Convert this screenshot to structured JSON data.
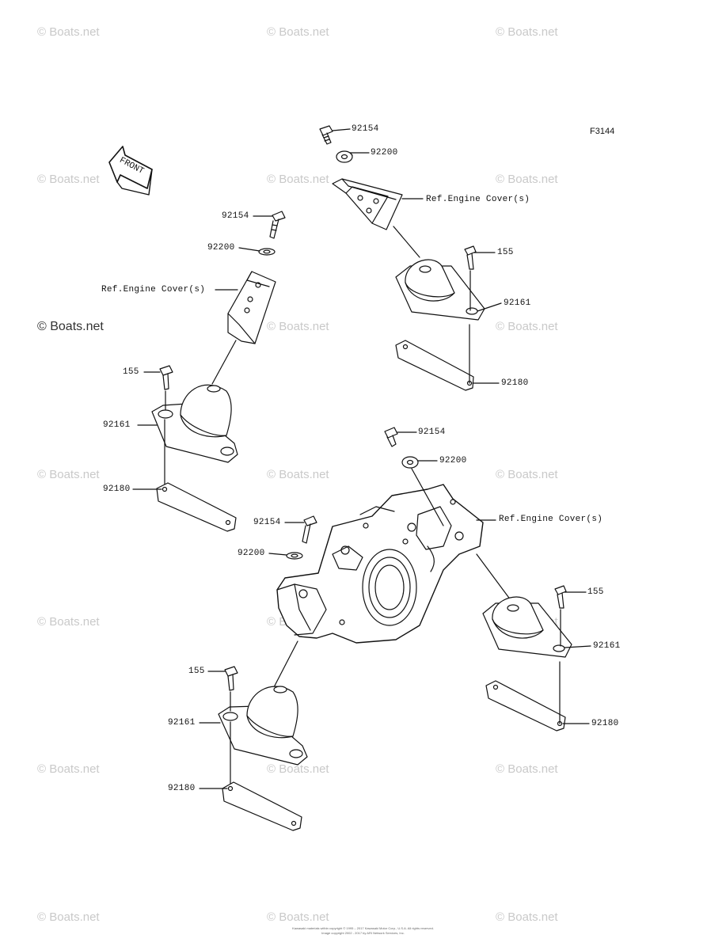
{
  "figure_code": "F3144",
  "front_label": "FRONT",
  "watermark": "© Boats.net",
  "watermark_strong": "© Boats.net",
  "ref_label": "Ref.Engine Cover(s)",
  "parts": {
    "bolt_92154": "92154",
    "washer_92200": "92200",
    "bolt_155": "155",
    "mount_92161": "92161",
    "plate_92180": "92180"
  },
  "footer_line1": "Kawasaki materials within copyright © 1995 – 2017 Kawasaki Motor Corp., U.S.A. All rights reserved.",
  "footer_line2": "Image copyright 2002 - 2017 by ARI Network Services, Inc."
}
